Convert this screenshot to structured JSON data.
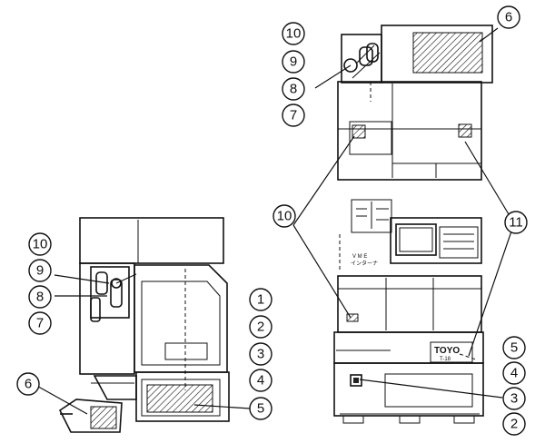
{
  "callouts": {
    "c1": "1",
    "c2": "2",
    "c3": "3",
    "c4": "4",
    "c5": "5",
    "c6": "6",
    "c7": "7",
    "c8": "8",
    "c9": "9",
    "c10": "10",
    "c11": "11"
  },
  "machine": {
    "brand": "TOYO",
    "model": "T-18"
  },
  "colors": {
    "ink": "#111111",
    "paper": "#ffffff"
  }
}
